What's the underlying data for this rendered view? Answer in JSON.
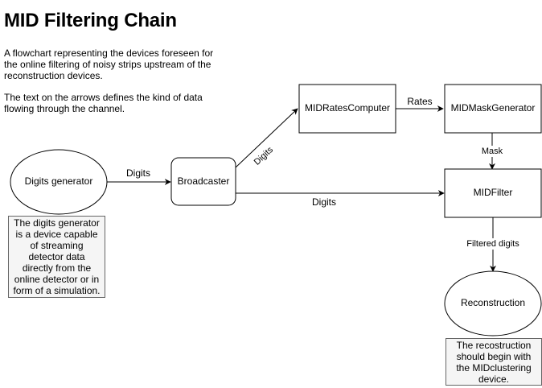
{
  "title": "MID Filtering Chain",
  "description": [
    "A flowchart representing the devices foreseen for the online filtering of noisy strips upstream of the reconstruction devices.",
    "The text on the arrows defines the kind of data flowing through the channel."
  ],
  "nodes": {
    "digits_generator": "Digits generator",
    "broadcaster": "Broadcaster",
    "rates_computer": "MIDRatesComputer",
    "mask_generator": "MIDMaskGenerator",
    "filter": "MIDFilter",
    "reconstruction": "Reconstruction"
  },
  "edges": {
    "generator_to_broadcaster": "Digits",
    "broadcaster_to_rates": "Digits",
    "broadcaster_to_filter": "Digits",
    "rates_to_mask": "Rates",
    "mask_to_filter": "Mask",
    "filter_to_reconstruction": "Filtered digits"
  },
  "notes": {
    "generator": "The digits generator is a device capable of streaming detector data directly from the online detector or in form of a simulation.",
    "reconstruction": "The recostruction should begin with the MIDclustering device."
  }
}
